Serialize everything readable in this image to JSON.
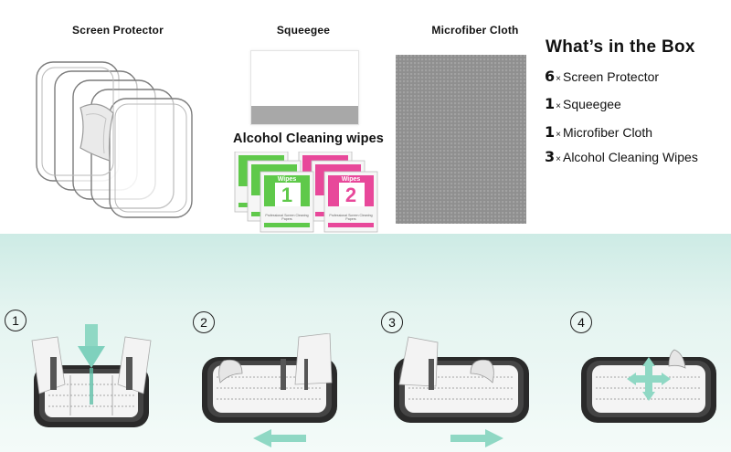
{
  "labels": {
    "screen_protector": "Screen Protector",
    "squeegee": "Squeegee",
    "microfiber_cloth": "Microfiber Cloth"
  },
  "box": {
    "title": "What’s in the Box",
    "items": [
      {
        "qty": "6",
        "x": "×",
        "name": "Screen Protector"
      },
      {
        "qty": "1",
        "x": "×",
        "name": "Squeegee"
      },
      {
        "qty": "1",
        "x": "×",
        "name": "Microfiber Cloth"
      },
      {
        "qty": "3",
        "x": "×",
        "name": "Alcohol Cleaning Wipes"
      }
    ]
  },
  "wipes": {
    "title": "Alcohol Cleaning wipes",
    "packet_label": "Wipes",
    "packet_subtitle": "Professional Screen Cleaning Papers",
    "numbers": [
      "1",
      "2"
    ],
    "colors": {
      "green": "#5fc94a",
      "pink": "#e8489a"
    }
  },
  "steps": [
    "1",
    "2",
    "3",
    "4"
  ],
  "colors": {
    "band": "#cdebe5",
    "arrow": "#7fd1bd"
  }
}
